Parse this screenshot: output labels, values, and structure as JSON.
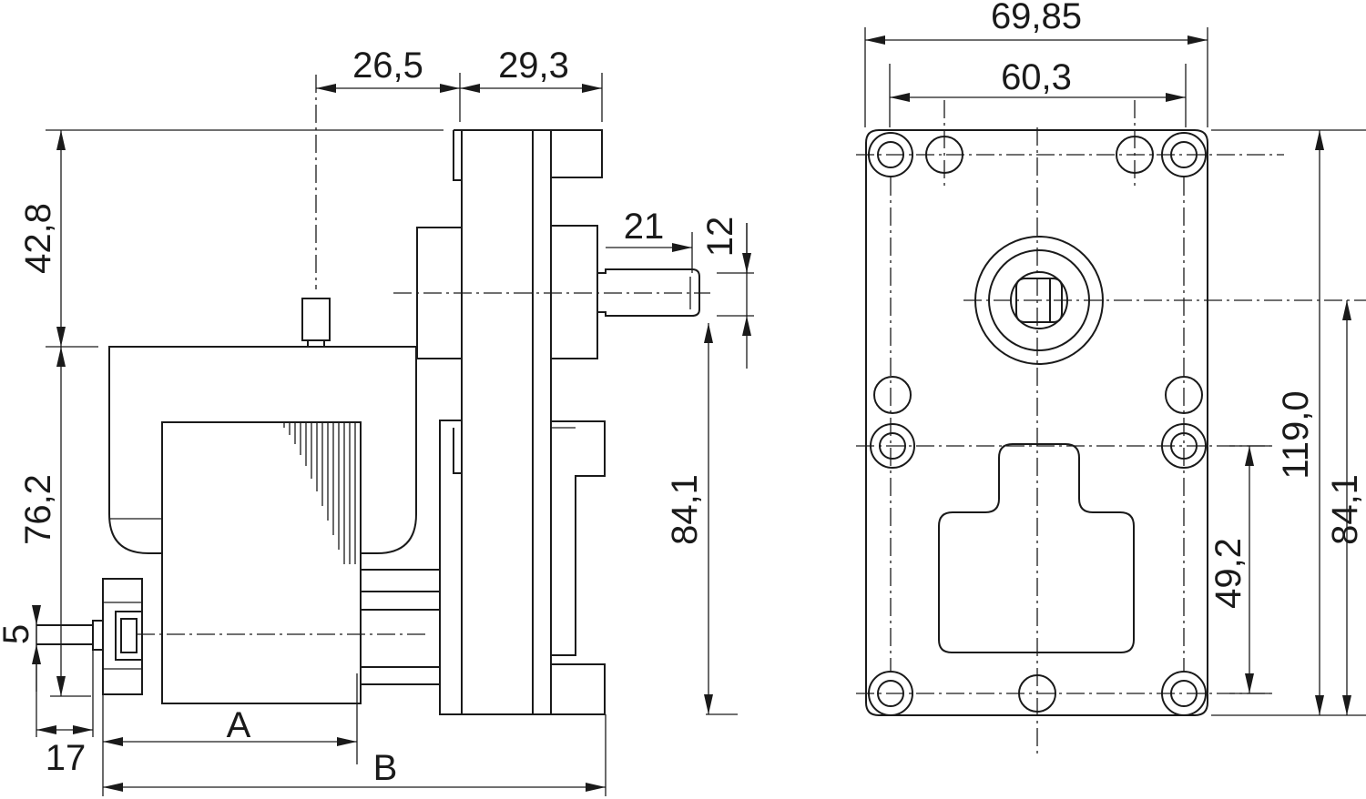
{
  "drawing": {
    "labels": {
      "d_26_5": "26,5",
      "d_29_3": "29,3",
      "d_42_8": "42,8",
      "d_21": "21",
      "d_12": "12",
      "d_76_2": "76,2",
      "d_84_1_side": "84,1",
      "d_5": "5",
      "d_17": "17",
      "d_A": "A",
      "d_B": "B",
      "d_69_85": "69,85",
      "d_60_3": "60,3",
      "d_119_0": "119,0",
      "d_49_2": "49,2",
      "d_84_1_front": "84,1"
    }
  }
}
